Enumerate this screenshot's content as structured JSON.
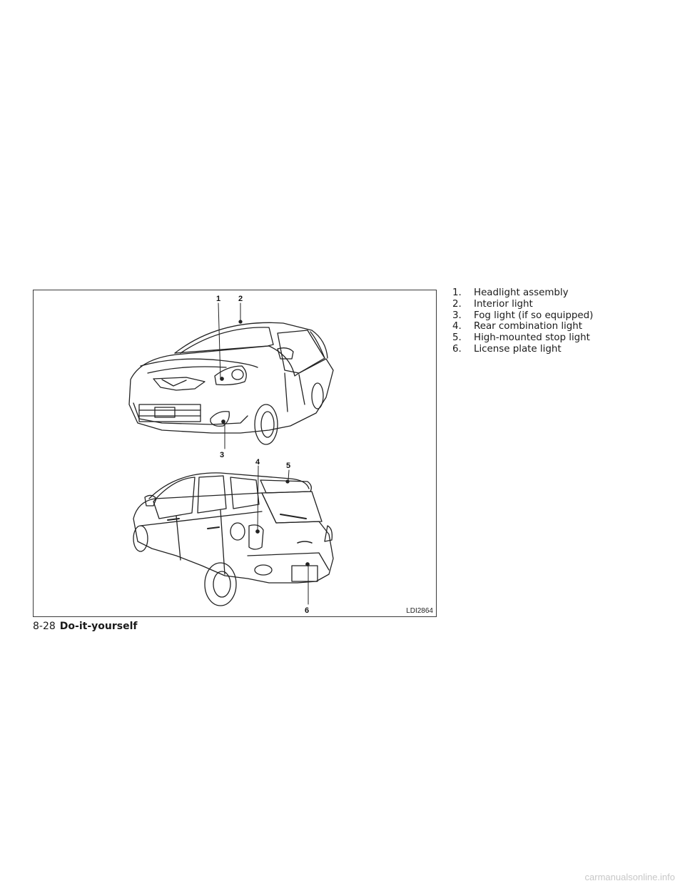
{
  "figure": {
    "code": "LDI2864",
    "callouts": [
      "1",
      "2",
      "3",
      "4",
      "5",
      "6"
    ]
  },
  "legend": [
    {
      "num": "1.",
      "label": "Headlight assembly"
    },
    {
      "num": "2.",
      "label": "Interior light"
    },
    {
      "num": "3.",
      "label": "Fog light (if so equipped)"
    },
    {
      "num": "4.",
      "label": "Rear combination light"
    },
    {
      "num": "5.",
      "label": "High-mounted stop light"
    },
    {
      "num": "6.",
      "label": "License plate light"
    }
  ],
  "footer": {
    "page_number": "8-28",
    "section_title": "Do-it-yourself"
  },
  "watermark": "carmanualsonline.info"
}
